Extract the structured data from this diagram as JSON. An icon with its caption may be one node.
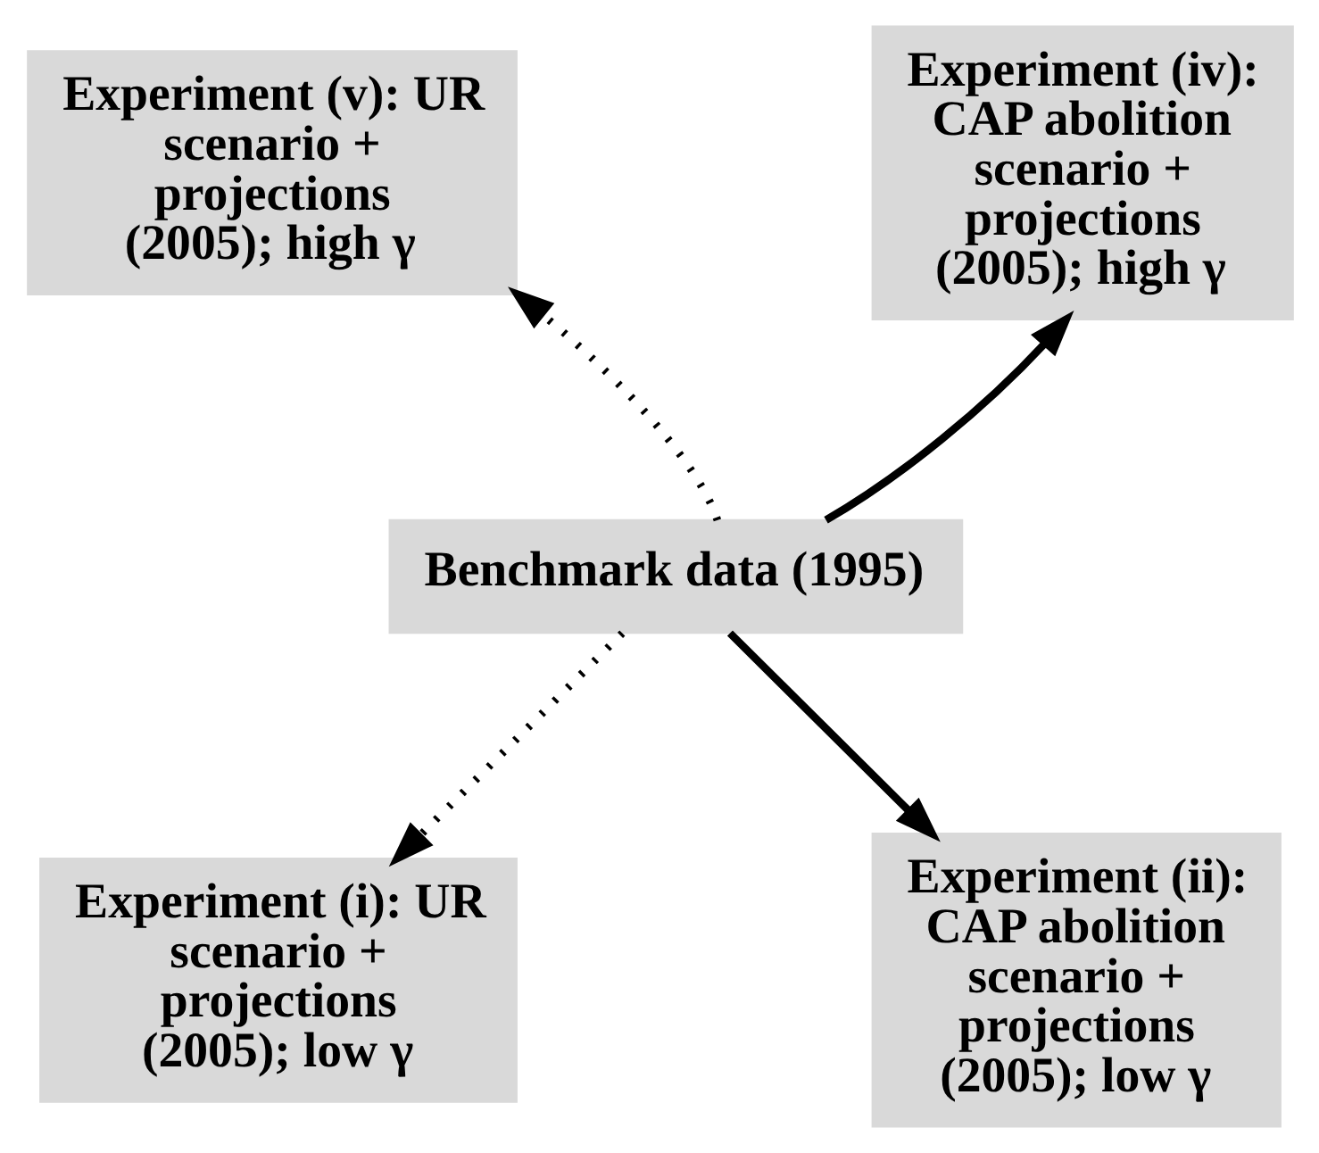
{
  "diagram": {
    "nodes": [
      {
        "text": [
          "Experiment (v): UR scenario + projections (2005); high γ"
        ]
      },
      {
        "text": [
          "Experiment (iv): CAP abolition scenario + projections (2005); high γ"
        ]
      },
      {
        "text": [
          "Benchmark data (1995)"
        ]
      },
      {
        "text": [
          "Experiment (i): UR scenario + projections (2005); low γ"
        ]
      },
      {
        "text": [
          "Experiment (ii): CAP abolition scenario + projections (2005); low γ"
        ]
      }
    ],
    "edges": [
      {
        "from": 2,
        "to": 0,
        "arrow": "to",
        "style": "dashed"
      },
      {
        "from": 2,
        "to": 1,
        "arrow": "to"
      },
      {
        "from": 2,
        "to": 3,
        "arrow": "to",
        "style": "dashed"
      },
      {
        "from": 2,
        "to": 4,
        "arrow": "to"
      }
    ]
  }
}
